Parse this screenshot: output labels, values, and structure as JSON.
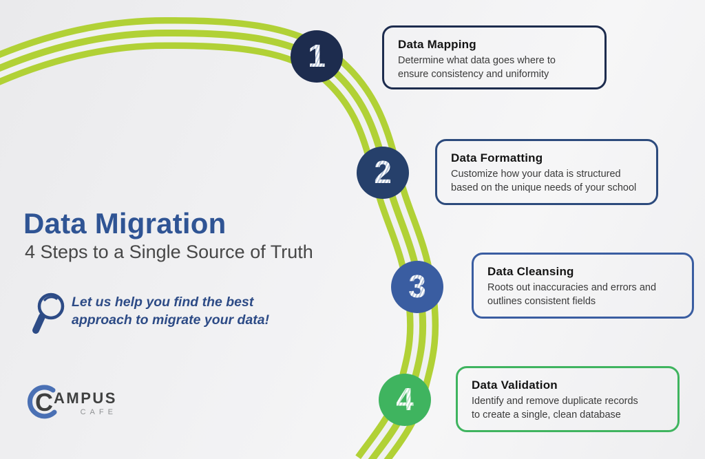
{
  "header": {
    "title": "Data Migration",
    "subtitle": "4 Steps to a Single Source of Truth",
    "tagline": "Let us help you find the best\napproach to migrate your data!"
  },
  "steps": [
    {
      "number": "1",
      "title": "Data Mapping",
      "description": "Determine what data goes where to\nensure consistency and uniformity",
      "color": "#1d2c4e"
    },
    {
      "number": "2",
      "title": "Data Formatting",
      "description": "Customize how your data is structured\nbased on the unique needs of your school",
      "color": "#2c4a7c"
    },
    {
      "number": "3",
      "title": "Data Cleansing",
      "description": "Roots out inaccuracies and errors and\noutlines consistent fields",
      "color": "#3a5da1"
    },
    {
      "number": "4",
      "title": "Data Validation",
      "description": "Identify and remove duplicate records\nto create a single, clean database",
      "color": "#3fb45f"
    }
  ],
  "logo": {
    "name_start": "C",
    "name_rest": "AMPUS",
    "sub": "CAFE"
  },
  "icons": {
    "magnifier": "magnifying-glass",
    "swoosh": "green-arc-decoration"
  },
  "colors": {
    "accent_green": "#b1d136",
    "title_blue": "#2f5494",
    "tagline_navy": "#2d4b86",
    "step1_navy": "#1d2c4e",
    "step2_navy": "#26406b",
    "step3_blue": "#3a5da1",
    "step4_green": "#3fb45f",
    "logo_blue": "#4a70b4"
  }
}
